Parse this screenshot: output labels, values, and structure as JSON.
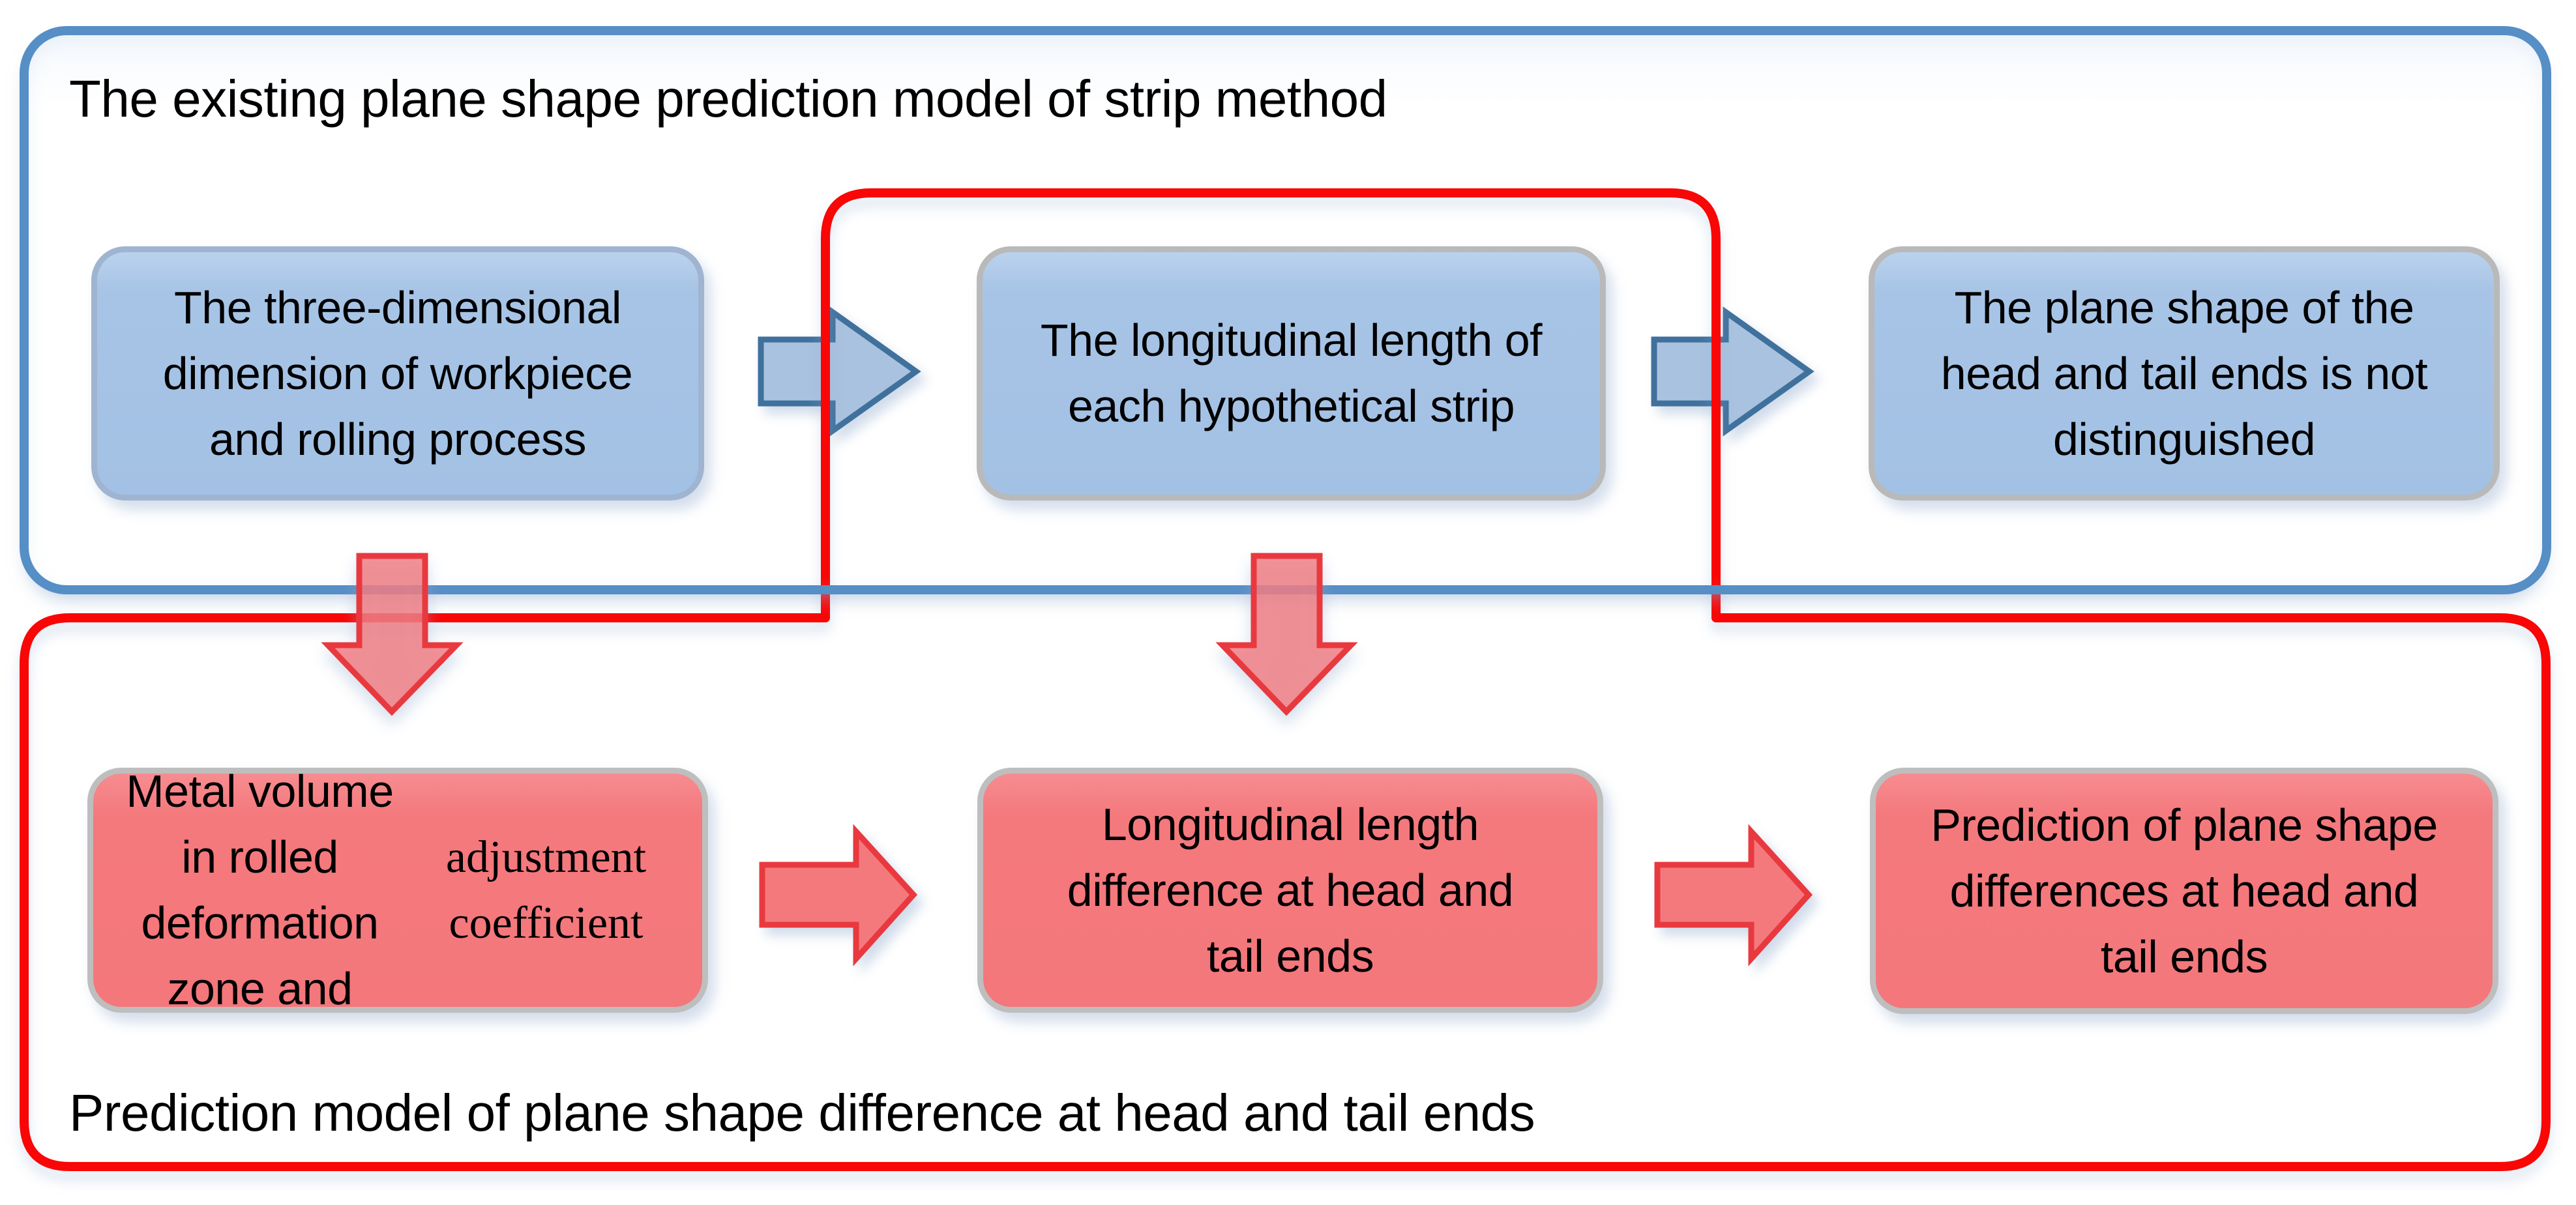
{
  "top_group": {
    "title": "The existing plane shape prediction model of strip method",
    "boxes": [
      {
        "label": "The three-dimensional\ndimension of workpiece\nand rolling process"
      },
      {
        "label": "The longitudinal length of\neach hypothetical strip"
      },
      {
        "label": "The plane shape of the\nhead and tail ends is not\ndistinguished"
      }
    ]
  },
  "bottom_group": {
    "title": "Prediction model of plane shape difference at head and tail ends",
    "boxes": [
      {
        "label_main": "Metal volume in rolled\ndeformation zone and",
        "label_serif": "adjustment coefficient"
      },
      {
        "label": "Longitudinal length\ndifference at head and\ntail ends"
      },
      {
        "label": "Prediction of plane shape\ndifferences at head and\ntail ends"
      }
    ]
  },
  "icons": {
    "right_arrow_blue": "flow-arrow-right-blue-icon",
    "right_arrow_red": "flow-arrow-right-red-icon",
    "down_arrow_red": "flow-arrow-down-red-icon"
  },
  "colors": {
    "blue_group_border": "#568EC6",
    "red_group_border": "#F90606",
    "blue_box_fill": "#A7C4E6",
    "red_box_fill": "#F4797D",
    "box_border_gray": "#BEBEBE",
    "blue_arrow_fill": "#A9C2DF",
    "blue_arrow_stroke": "#40719D",
    "red_arrow_fill": "#F4797D",
    "red_arrow_stroke": "#E8393F",
    "text": "#000000"
  }
}
